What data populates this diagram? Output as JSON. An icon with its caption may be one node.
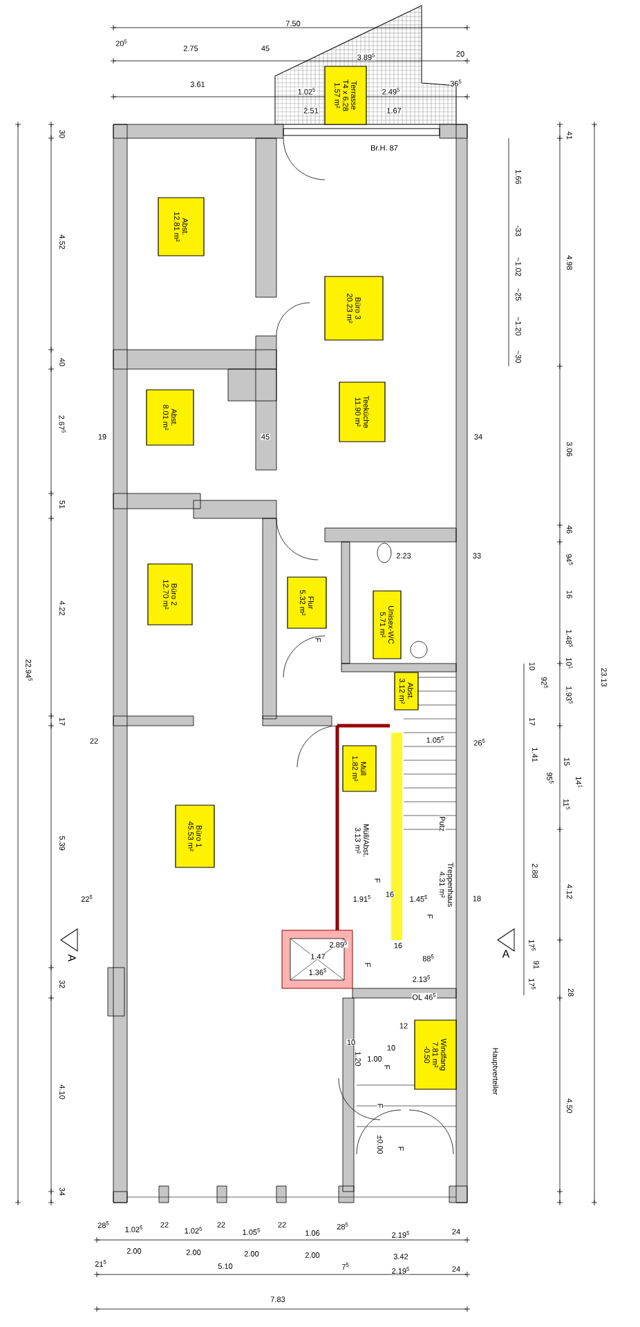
{
  "diagram": {
    "nodes": [
      {
        "text": [
          "Terrasse",
          "T4 x 6.28",
          "1.57 m²"
        ]
      },
      {
        "text": [
          "Abst.",
          "12.81 m²"
        ]
      },
      {
        "text": [
          "Büro 3",
          "20.23 m²"
        ]
      },
      {
        "text": [
          "Abst.",
          "8.01 m²"
        ]
      },
      {
        "text": [
          "Teeküche",
          "11.90 m²"
        ]
      },
      {
        "text": [
          "Büro 2",
          "12.70 m²"
        ]
      },
      {
        "text": [
          "Flur",
          "5.32 m²"
        ]
      },
      {
        "text": [
          "Unisex-WC",
          "5.71 m²"
        ]
      },
      {
        "text": [
          "Abst.",
          "3.12 m²"
        ]
      },
      {
        "text": [
          "Müll",
          "1.82 m²"
        ]
      },
      {
        "text": [
          "Büro 1",
          "45.53 m²"
        ]
      },
      {
        "text": [
          "Windfang",
          "7.81 m²",
          "-0.50"
        ]
      }
    ],
    "labels": [
      "7.50",
      "20$^{5}$",
      "2.75",
      "45",
      "3.89$^{5}$",
      "20",
      "3.61",
      "1.02$^{5}$",
      "2.49$^{5}$",
      "36$^{5}$",
      "2.51",
      "1.67",
      "30",
      "41",
      "Br.H. 87",
      "1.66",
      "-33",
      "4.52",
      "~1.02",
      "4.98",
      "~25",
      "~1.20",
      "~30",
      "40",
      "2.67$^{5}$",
      "19",
      "45",
      "34",
      "3.06",
      "51",
      "46",
      "2.23",
      "33",
      "94$^{5}$",
      "16",
      "4.22",
      "F",
      "1.48$^{5}$",
      "10",
      "10$^{1}$",
      "92$^{5}$",
      "22.94$^{5}$",
      "23.13",
      "1.93$^{5}$",
      "17",
      "17",
      "22",
      "1.05$^{5}$",
      "26$^{5}$",
      "1.41",
      "15",
      "95$^{5}$",
      "14$^{1}$",
      "11$^{5}$",
      "Putz",
      "Müll/Abst. 3.13 m²",
      "5.39",
      "2.88",
      "F",
      "Treppenhaus 4.31 m²",
      "4.12",
      "22$^{5}$",
      "1.91$^{5}$",
      "16",
      "1.45$^{5}$",
      "18",
      "F",
      "A",
      "2.89$^{5}$",
      "16",
      "17$^{5}$",
      "1.47",
      "88$^{5}$",
      "A",
      "91",
      "F",
      "1.36$^{5}$",
      "2.13$^{5}$",
      "32",
      "17$^{5}$",
      "28",
      "OL 46$^{5}$",
      "12",
      "10",
      "10",
      "1.20",
      "1.00",
      "Hauptverteiler",
      "F",
      "4.10",
      "4.50",
      "F",
      "±0.00",
      "F",
      "34",
      "28$^{5}$",
      "1.02$^{5}$",
      "22",
      "1.02$^{5}$",
      "22",
      "1.05$^{5}$",
      "22",
      "1.06",
      "28$^{5}$",
      "2.19$^{5}$",
      "24",
      "2.00",
      "2.00",
      "2.00",
      "2.00",
      "3.42",
      "21$^{5}$",
      "5.10",
      "7$^{5}$",
      "2.19$^{5}$",
      "24",
      "7.83"
    ]
  }
}
